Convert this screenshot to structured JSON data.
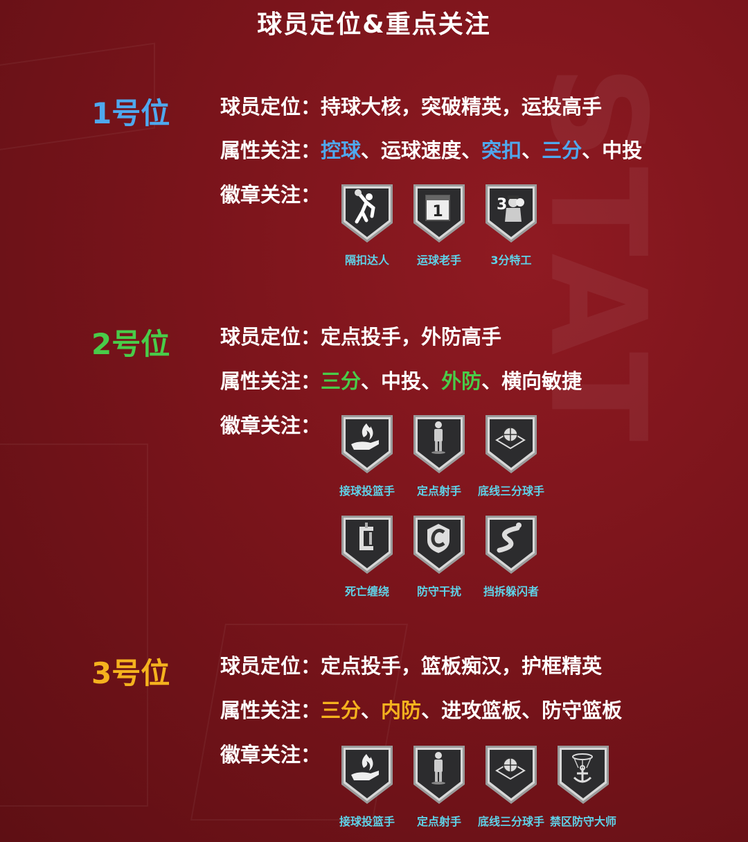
{
  "page_title": "球员定位&重点关注",
  "colors": {
    "pos1": "#4fa8ee",
    "pos2": "#49cc49",
    "pos3": "#f5b21e",
    "badge_label": "#5fd2e8"
  },
  "sections": [
    {
      "label": "1号位",
      "positioning": {
        "key": "球员定位：",
        "value": "持球大核，突破精英，运投高手"
      },
      "attributes": {
        "key": "属性关注：",
        "items": [
          {
            "text": "控球",
            "hl": true
          },
          {
            "text": "、",
            "hl": false
          },
          {
            "text": "运球速度",
            "hl": false
          },
          {
            "text": "、",
            "hl": false
          },
          {
            "text": "突扣",
            "hl": true
          },
          {
            "text": "、",
            "hl": false
          },
          {
            "text": "三分",
            "hl": true
          },
          {
            "text": "、",
            "hl": false
          },
          {
            "text": "中投",
            "hl": false
          }
        ]
      },
      "badges_key": "徽章关注：",
      "badges": [
        {
          "name": "隔扣达人",
          "icon": "dunk-player-icon"
        },
        {
          "name": "运球老手",
          "icon": "calendar-one-icon"
        },
        {
          "name": "3分特工",
          "icon": "agent-three-icon"
        }
      ]
    },
    {
      "label": "2号位",
      "positioning": {
        "key": "球员定位：",
        "value": "定点投手，外防高手"
      },
      "attributes": {
        "key": "属性关注：",
        "items": [
          {
            "text": "三分",
            "hl": true
          },
          {
            "text": "、",
            "hl": false
          },
          {
            "text": "中投",
            "hl": false
          },
          {
            "text": "、",
            "hl": false
          },
          {
            "text": "外防",
            "hl": true
          },
          {
            "text": "、",
            "hl": false
          },
          {
            "text": "横向敏捷",
            "hl": false
          }
        ]
      },
      "badges_key": "徽章关注：",
      "badges": [
        {
          "name": "接球投篮手",
          "icon": "fire-hand-icon"
        },
        {
          "name": "定点射手",
          "icon": "standing-player-icon"
        },
        {
          "name": "底线三分球手",
          "icon": "corner-ball-icon"
        },
        {
          "name": "死亡缠绕",
          "icon": "clamp-icon"
        },
        {
          "name": "防守干扰",
          "icon": "shield-c-icon"
        },
        {
          "name": "挡拆躲闪者",
          "icon": "winding-road-icon"
        }
      ]
    },
    {
      "label": "3号位",
      "positioning": {
        "key": "球员定位：",
        "value": "定点投手，篮板痴汉，护框精英"
      },
      "attributes": {
        "key": "属性关注：",
        "items": [
          {
            "text": "三分",
            "hl": true
          },
          {
            "text": "、",
            "hl": false
          },
          {
            "text": "内防",
            "hl": true
          },
          {
            "text": "、",
            "hl": false
          },
          {
            "text": "进攻篮板",
            "hl": false
          },
          {
            "text": "、",
            "hl": false
          },
          {
            "text": "防守篮板",
            "hl": false
          }
        ]
      },
      "badges_key": "徽章关注：",
      "badges": [
        {
          "name": "接球投篮手",
          "icon": "fire-hand-icon"
        },
        {
          "name": "定点射手",
          "icon": "standing-player-icon"
        },
        {
          "name": "底线三分球手",
          "icon": "corner-ball-icon"
        },
        {
          "name": "禁区防守大师",
          "icon": "anchor-hoop-icon"
        }
      ]
    }
  ]
}
